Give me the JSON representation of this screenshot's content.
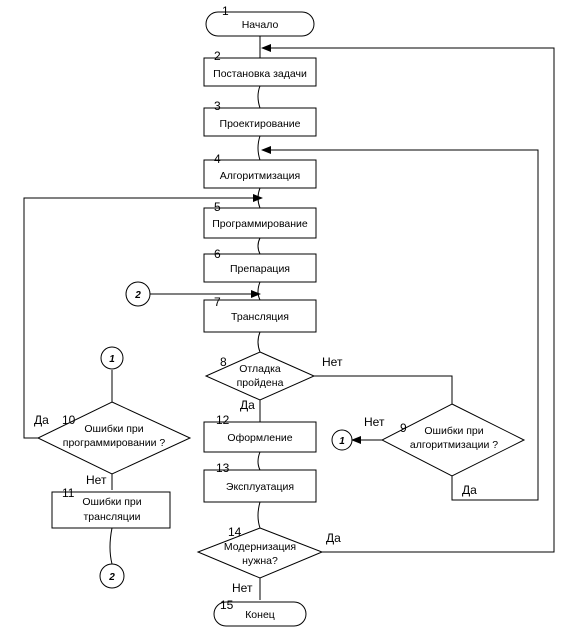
{
  "nodes": {
    "start": {
      "num": "1",
      "label": "Начало"
    },
    "task": {
      "num": "2",
      "label": "Постановка задачи"
    },
    "design": {
      "num": "3",
      "label": "Проектирование"
    },
    "algo": {
      "num": "4",
      "label": "Алгоритмизация"
    },
    "prog": {
      "num": "5",
      "label": "Программирование"
    },
    "prep": {
      "num": "6",
      "label": "Препарация"
    },
    "trans": {
      "num": "7",
      "label": "Трансляция"
    },
    "debug": {
      "num": "8",
      "line1": "Отладка",
      "line2": "пройдена"
    },
    "algoerr": {
      "num": "9",
      "line1": "Ошибки при",
      "line2": "алгоритмизации ?"
    },
    "progerr": {
      "num": "10",
      "line1": "Ошибки при",
      "line2": "программировании ?"
    },
    "transerr": {
      "num": "11",
      "line1": "Ошибки при",
      "line2": "трансляции"
    },
    "doc": {
      "num": "12",
      "label": "Оформление"
    },
    "oper": {
      "num": "13",
      "label": "Эксплуатация"
    },
    "modern": {
      "num": "14",
      "line1": "Модернизация",
      "line2": "нужна?"
    },
    "end": {
      "num": "15",
      "label": "Конец"
    }
  },
  "connectors": {
    "one": "1",
    "two": "2"
  },
  "branches": {
    "debug_no": "Нет",
    "debug_yes": "Да",
    "algoerr_no": "Нет",
    "algoerr_yes": "Да",
    "progerr_yes": "Да",
    "progerr_no": "Нет",
    "modern_yes": "Да",
    "modern_no": "Нет"
  }
}
